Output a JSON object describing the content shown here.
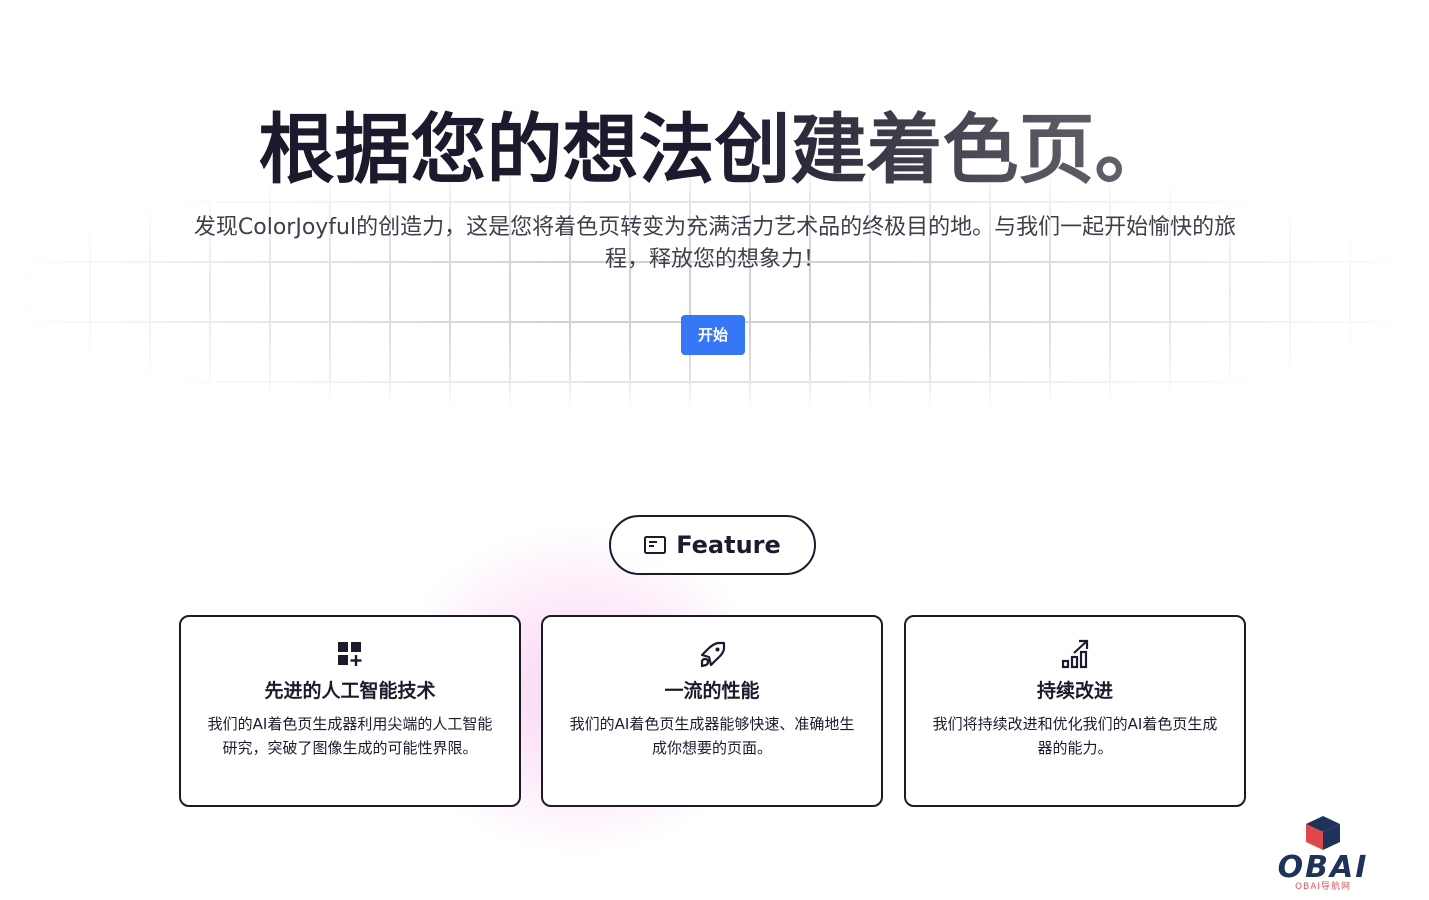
{
  "hero": {
    "title": "根据您的想法创建着色页。",
    "subtitle": "发现ColorJoyful的创造力，这是您将着色页转变为充满活力艺术品的终极目的地。与我们一起开始愉快的旅程，释放您的想象力！",
    "start_button": "开始"
  },
  "features": {
    "pill_label": "Feature",
    "pill_icon": "card-icon",
    "cards": [
      {
        "icon": "dashboard-add-icon",
        "title": "先进的人工智能技术",
        "description": "我们的AI着色页生成器利用尖端的人工智能研究，突破了图像生成的可能性界限。"
      },
      {
        "icon": "rocket-icon",
        "title": "一流的性能",
        "description": "我们的AI着色页生成器能够快速、准确地生成你想要的页面。"
      },
      {
        "icon": "growth-chart-icon",
        "title": "持续改进",
        "description": "我们将持续改进和优化我们的AI着色页生成器的能力。"
      }
    ]
  },
  "watermark": {
    "logo_text": "OBAI",
    "sub_text": "OBAI导航网"
  },
  "colors": {
    "primary_text": "#1c1b2e",
    "accent_blue": "#3577f5",
    "subtitle_gray": "#3f3f4b",
    "glow_pink": "#f6c8ee",
    "grid_line": "#c9c9cf"
  }
}
